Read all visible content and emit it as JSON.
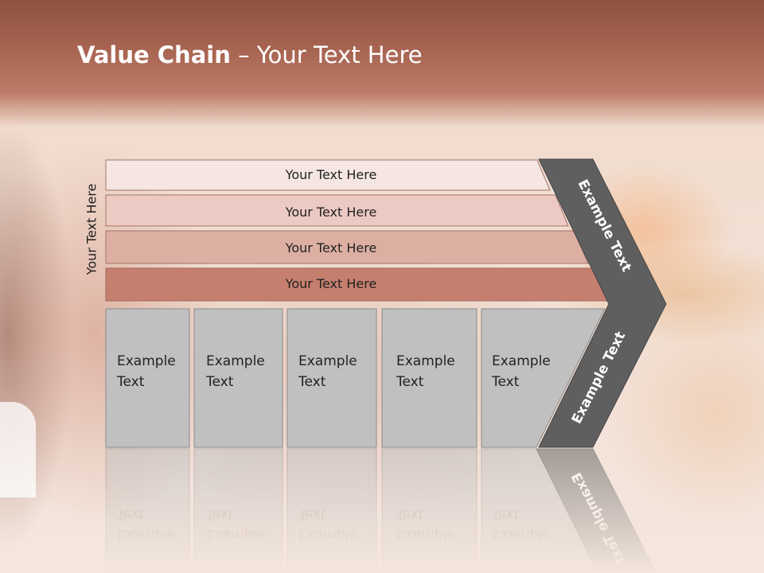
{
  "title": {
    "bold": "Value Chain",
    "rest": " – Your Text Here"
  },
  "side_label": "Your Text Here",
  "rows": [
    {
      "label": "Your Text Here",
      "color": "#f5e6e2"
    },
    {
      "label": "Your Text Here",
      "color": "#eccac3"
    },
    {
      "label": "Your Text Here",
      "color": "#ddafa3"
    },
    {
      "label": "Your Text Here",
      "color": "#c67f6e"
    }
  ],
  "columns": [
    {
      "line1": "Example",
      "line2": "Text"
    },
    {
      "line1": "Example",
      "line2": "Text"
    },
    {
      "line1": "Example",
      "line2": "Text"
    },
    {
      "line1": "Example",
      "line2": "Text"
    },
    {
      "line1": "Example",
      "line2": "Text"
    }
  ],
  "chevron": {
    "upper_label": "Example Text",
    "lower_label": "Example Text",
    "color": "#5f5f5f"
  },
  "column_color": "#c0c0c0"
}
